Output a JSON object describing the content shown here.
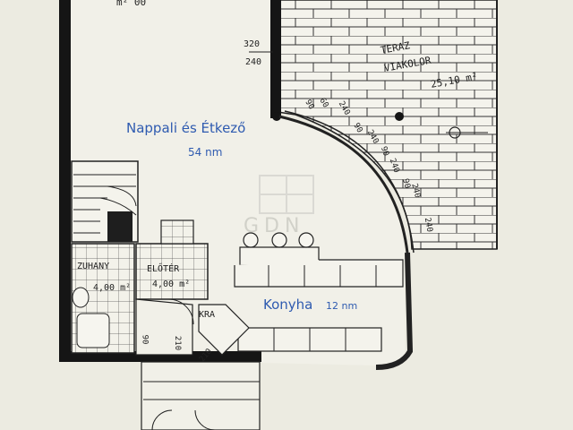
{
  "rooms": {
    "living": {
      "name": "Nappali és Étkező",
      "area": "54 nm"
    },
    "kitchen": {
      "name": "Konyha",
      "area": "12 nm"
    }
  },
  "terrace": {
    "line1": "TERAZ",
    "line2": "VIAKOLOR",
    "area": "25,10 m²"
  },
  "hall": {
    "line1": "ELŐTÉR",
    "line2": "4,00 m²"
  },
  "bathroom": {
    "line1": "ZUHANY",
    "line2": "4,00 m²"
  },
  "kamra": {
    "label": "KRA"
  },
  "top_label": "m² 00",
  "window_dim": {
    "w": "320",
    "h": "240"
  },
  "arc_dims": [
    "90",
    "60",
    "240",
    "90",
    "240",
    "90",
    "240",
    "90",
    "240",
    "240"
  ],
  "door_dims": [
    "90",
    "210",
    "210"
  ],
  "watermark": "GDN",
  "colors": {
    "paper": "#ecebe1",
    "ink": "#1b1b1b",
    "label_blue": "#2f5bb0"
  }
}
